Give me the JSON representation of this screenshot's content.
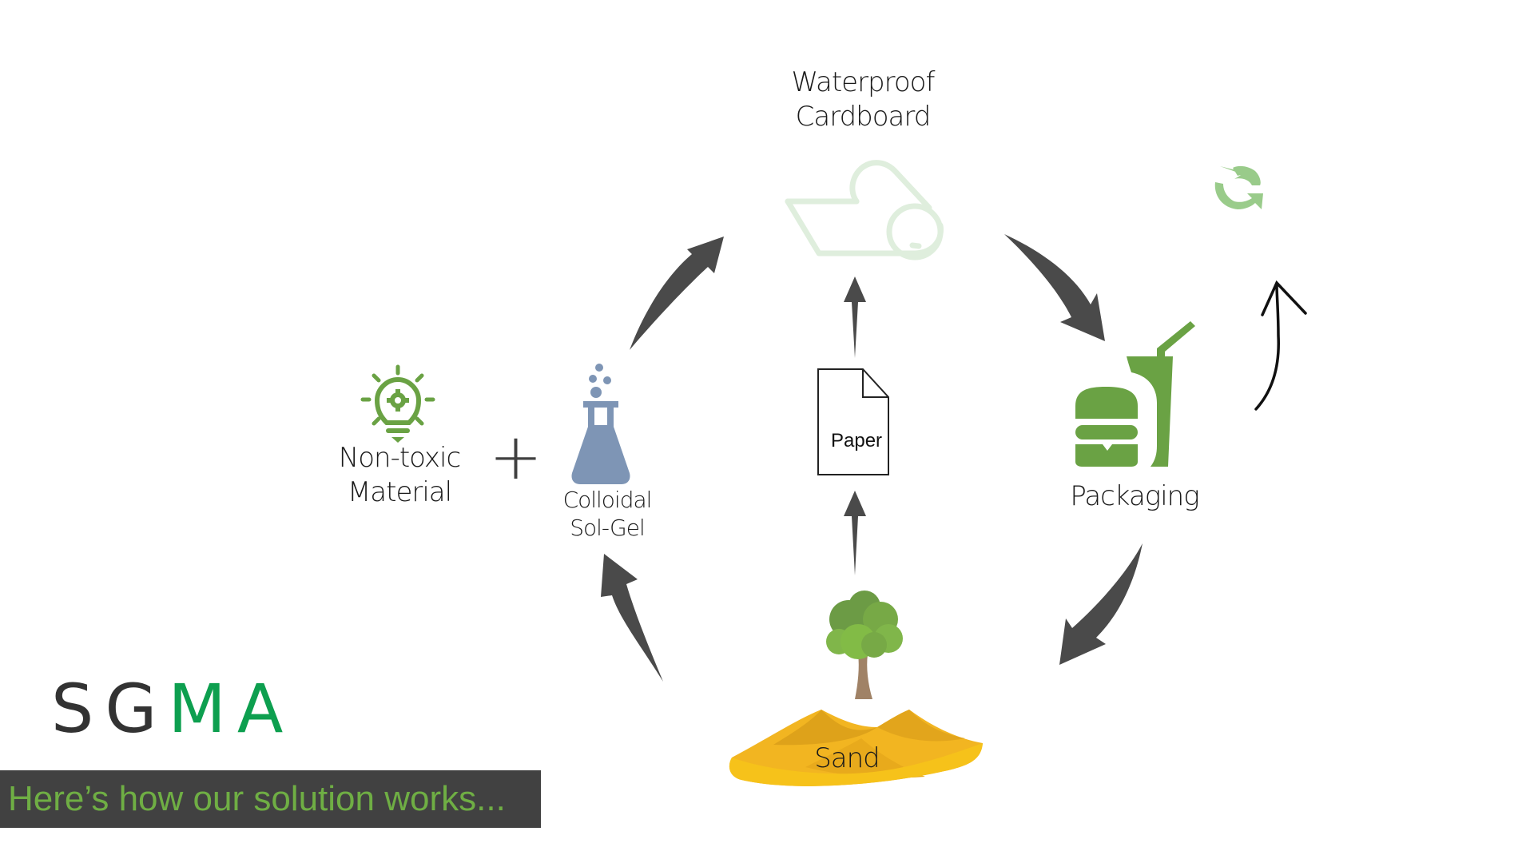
{
  "slide": {
    "logo": {
      "dark_part": "SG",
      "green_part": "MA"
    },
    "banner_text": "Here’s how our solution works...",
    "colors": {
      "arrow": "#4a4a4a",
      "icon_green": "#6aa244",
      "logo_green": "#0d9f4f",
      "flask_blue": "#7e95b5",
      "banner_bg": "#414141",
      "banner_text": "#6fae44",
      "pale_green": "#dfeedd"
    }
  },
  "diagram": {
    "nodes": {
      "waterproof_cardboard": {
        "line1": "Waterproof",
        "line2": "Cardboard",
        "icon": "paper-roll-icon"
      },
      "non_toxic_material": {
        "line1": "Non-toxic",
        "line2": "Material",
        "icon": "lightbulb-gear-icon"
      },
      "plus_sign": "+",
      "colloidal_sol_gel": {
        "line1": "Colloidal",
        "line2": "Sol-Gel",
        "icon": "flask-icon"
      },
      "paper": {
        "label": "Paper",
        "icon": "document-icon"
      },
      "packaging": {
        "label": "Packaging",
        "icon": "burger-drink-icon"
      },
      "sand": {
        "label": "Sand",
        "icon": "sand-dunes-icon"
      },
      "tree": {
        "icon": "tree-icon"
      },
      "recycle": {
        "icon": "recycle-icon"
      }
    },
    "flow": [
      "Sand → Colloidal Sol-Gel",
      "Colloidal Sol-Gel → Waterproof Cardboard",
      "Sand → Paper",
      "Paper → Waterproof Cardboard",
      "Waterproof Cardboard → Packaging",
      "Packaging → Sand",
      "Packaging → Recycle"
    ]
  }
}
